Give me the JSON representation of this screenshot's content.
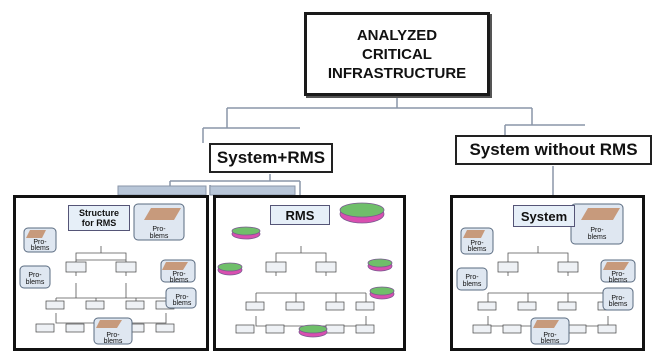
{
  "root": {
    "label": "ANALYZED\nCRITICAL\nINFRASTRUCTURE"
  },
  "branches": [
    {
      "label": "System+RMS"
    },
    {
      "label": "System without RMS"
    }
  ],
  "panels": [
    {
      "title": "Structure\nfor RMS",
      "problems_label": "Pro-\nblems"
    },
    {
      "title": "RMS"
    },
    {
      "title": "System",
      "problems_label": "Pro-\nblems"
    }
  ],
  "colors": {
    "frame": "#1a1a1a",
    "connector": "#8a96a8",
    "title_fill": "#e6eff8",
    "rms_disc": "#d94fb0",
    "rms_ring": "#6fbf6a"
  }
}
